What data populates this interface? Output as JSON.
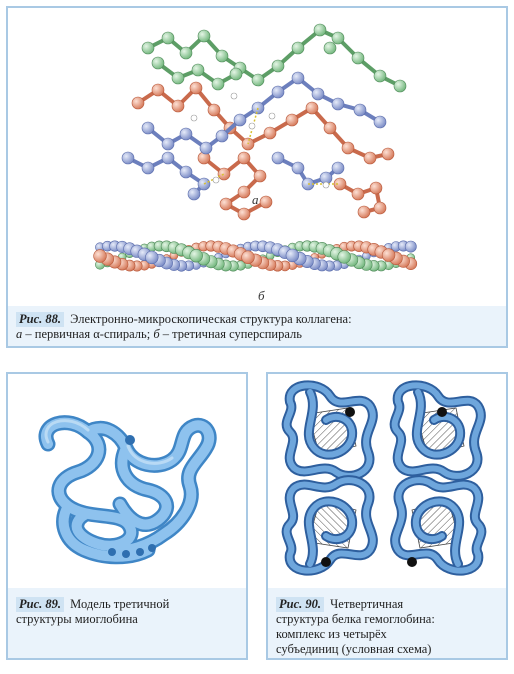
{
  "fig88": {
    "label": "Рис. 88.",
    "caption_line1": "Электронно-микроскопическая структура коллагена:",
    "caption_a": "а",
    "caption_a_text": " – первичная α-спираль; ",
    "caption_b": "б",
    "caption_b_text": " – третичная суперспираль",
    "sublabel_a": "а",
    "sublabel_b": "б",
    "colors": {
      "green": "#9fd3a4",
      "salmon": "#ec9a7e",
      "lavender": "#9fb0dc",
      "yellow": "#e8d24a"
    }
  },
  "fig89": {
    "label": "Рис. 89.",
    "caption_line1": "Модель третичной",
    "caption_line2": "структуры миоглобина",
    "colors": {
      "tube": "#7cb4e4",
      "tube_edge": "#3f86c6"
    }
  },
  "fig90": {
    "label": "Рис. 90.",
    "caption_line1": "Четвертичная",
    "caption_line2": "структура белка гемоглобина:",
    "caption_line3": "комплекс из четырёх",
    "caption_line4": "субъединиц (условная схема)",
    "colors": {
      "tube": "#6ea6dc",
      "tube_edge": "#2e5f9e"
    }
  }
}
